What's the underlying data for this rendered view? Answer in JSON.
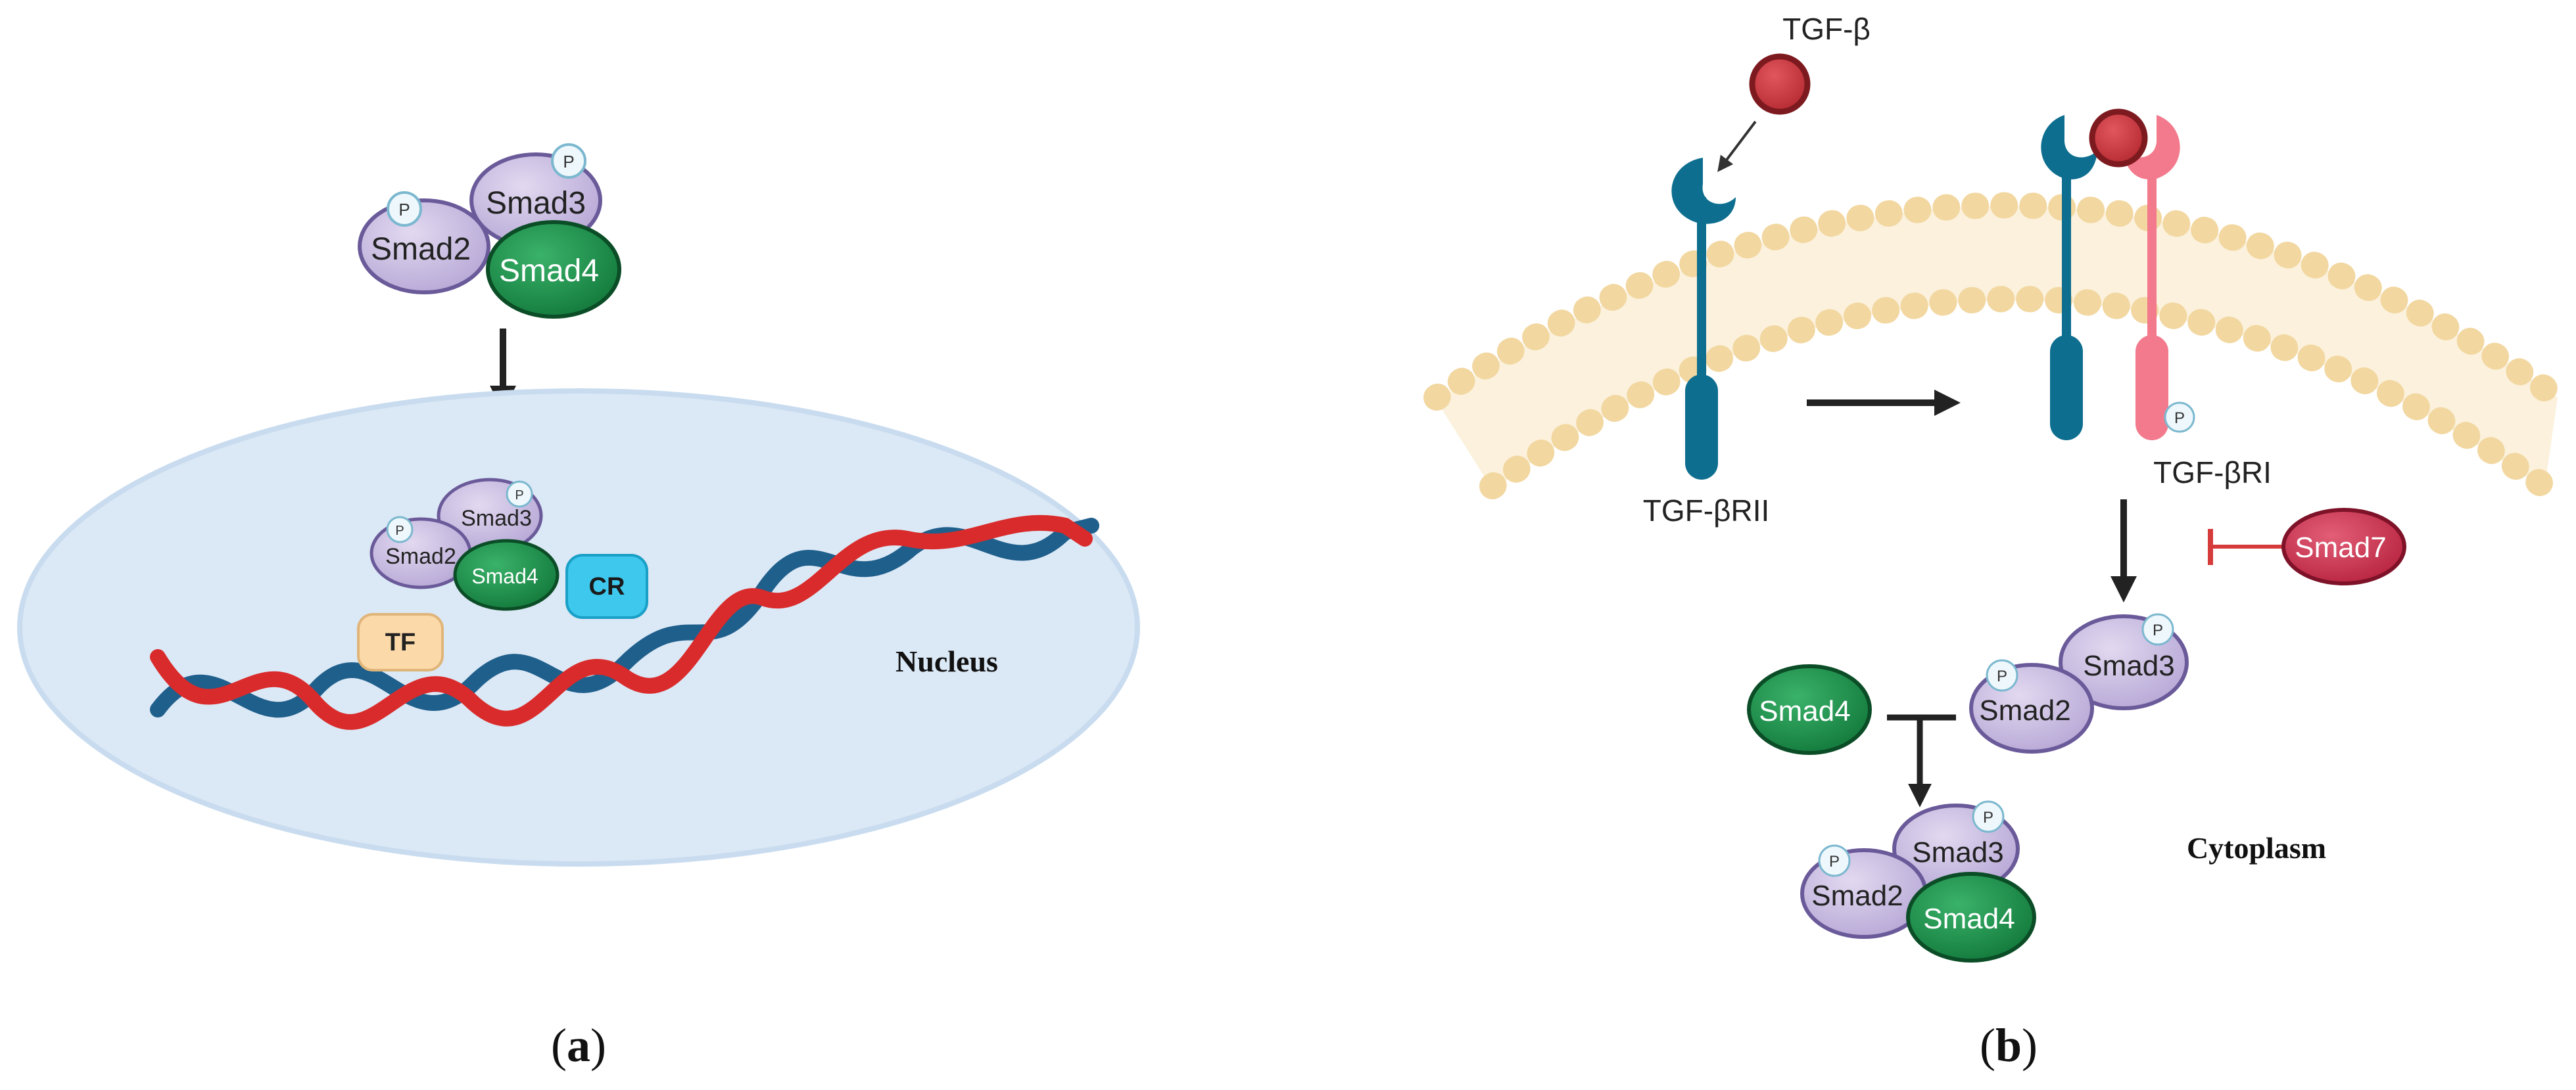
{
  "panel_a": {
    "caption_open": "(",
    "caption_letter": "a",
    "caption_close": ")",
    "complex": {
      "smad2": "Smad2",
      "smad3": "Smad3",
      "smad4": "Smad4",
      "phospho": "P"
    },
    "nucleus_label": "Nucleus",
    "tf_label": "TF",
    "cr_label": "CR"
  },
  "panel_b": {
    "caption_open": "(",
    "caption_letter": "b",
    "caption_close": ")",
    "ligand_label": "TGF-β",
    "receptor2_label": "TGF-βRII",
    "receptor1_label": "TGF-βRI",
    "smad7_label": "Smad7",
    "smad4_label": "Smad4",
    "cytoplasm_label": "Cytoplasm",
    "phospho": "P",
    "complex": {
      "smad2": "Smad2",
      "smad3": "Smad3",
      "smad4": "Smad4"
    }
  },
  "colors": {
    "smad_purple": "#c9bde0",
    "smad_purple_stroke": "#6a5a99",
    "smad4_green": "#1e8a4a",
    "smad4_stroke": "#0b4d26",
    "nucleus_fill": "#dbe8f5",
    "dna_blue": "#1f5f8c",
    "dna_red": "#d92b2b",
    "tf_fill": "#fbd9a8",
    "cr_fill": "#3ec8ee",
    "receptor_teal": "#0d6e8f",
    "receptor_pink": "#f27a8c",
    "ligand_red": "#c7343a",
    "smad7_red": "#c9334e",
    "membrane_lipid": "#f2d7a0",
    "inhibit_red": "#d63b3b",
    "arrow_dark": "#222222"
  }
}
